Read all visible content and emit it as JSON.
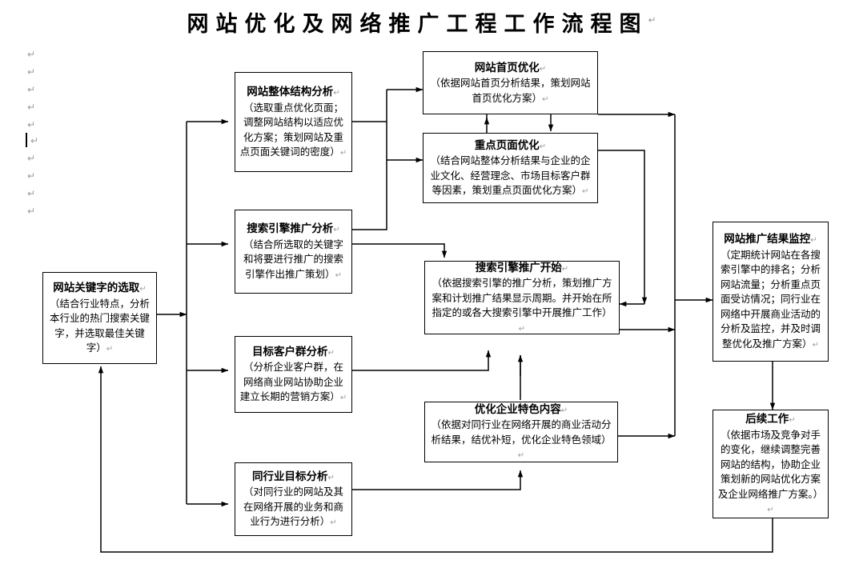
{
  "page": {
    "title": "网站优化及网络推广工程工作流程图",
    "title_pilcrow": "↵",
    "paragraph_mark": "↵",
    "left_margin_marks": 10,
    "background_color": "#ffffff",
    "line_color": "#000000",
    "box_border_color": "#000000",
    "pilcrow_color": "#9a9a9a"
  },
  "nodes": [
    {
      "id": "keyword-selection",
      "heading": "网站关键字的选取",
      "body": "（结合行业特点，分析本行业的热门搜索关键字，并选取最佳关键字）"
    },
    {
      "id": "site-structure-analysis",
      "heading": "网站整体结构分析",
      "body": "（选取重点优化页面；调整网站结构以适应优化方案；策划网站及重点页面关键词的密度）"
    },
    {
      "id": "search-engine-promotion-analysis",
      "heading": "搜索引擎推广分析",
      "body": "（结合所选取的关键字和将要进行推广的搜索引擎作出推广策划）"
    },
    {
      "id": "target-customer-analysis",
      "heading": "目标客户群分析",
      "body": "（分析企业客户群，在网络商业网站协助企业建立长期的营销方案）"
    },
    {
      "id": "peer-industry-analysis",
      "heading": "同行业目标分析",
      "body": "（对同行业的网站及其在网络开展的业务和商业行为进行分析）"
    },
    {
      "id": "homepage-optimization",
      "heading": "网站首页优化",
      "body": "（依据网站首页分析结果，策划网站首页优化方案）"
    },
    {
      "id": "key-page-optimization",
      "heading": "重点页面优化",
      "body": "（结合网站整体分析结果与企业的企业文化、经营理念、市场目标客户群等因素，策划重点页面优化方案）"
    },
    {
      "id": "search-engine-promotion-start",
      "heading": "搜索引擎推广开始",
      "body": "（依据搜索引擎的推广分析，策划推广方案和计划推广结果显示周期。并开始在所指定的或各大搜索引擎中开展推广工作）"
    },
    {
      "id": "optimize-enterprise-content",
      "heading": "优化企业特色内容",
      "body": "（依据对同行业在网络开展的商业活动分析结果，结优补短，优化企业特色领域）"
    },
    {
      "id": "promotion-result-monitoring",
      "heading": "网站推广结果监控",
      "body": "（定期统计网站在各搜索引擎中的排名；分析网站流量；分析重点页面受访情况；同行业在网络中开展商业活动的分析及监控，并及时调整优化及推广方案）"
    },
    {
      "id": "follow-up-work",
      "heading": "后续工作",
      "body": "（依据市场及竞争对手的变化，继续调整完善网站的结构，协助企业策划新的网站优化方案及企业网络推广方案。）"
    }
  ],
  "chart_data": {
    "type": "flowchart",
    "title": "网站优化及网络推广工程工作流程图",
    "direction": "left-to-right",
    "edges": [
      {
        "from": "keyword-selection",
        "to": "site-structure-analysis"
      },
      {
        "from": "keyword-selection",
        "to": "search-engine-promotion-analysis"
      },
      {
        "from": "keyword-selection",
        "to": "target-customer-analysis"
      },
      {
        "from": "keyword-selection",
        "to": "peer-industry-analysis"
      },
      {
        "from": "site-structure-analysis",
        "to": "homepage-optimization"
      },
      {
        "from": "site-structure-analysis",
        "to": "key-page-optimization"
      },
      {
        "from": "search-engine-promotion-analysis",
        "to": "key-page-optimization"
      },
      {
        "from": "search-engine-promotion-analysis",
        "to": "search-engine-promotion-start"
      },
      {
        "from": "key-page-optimization",
        "to": "homepage-optimization"
      },
      {
        "from": "homepage-optimization",
        "to": "key-page-optimization"
      },
      {
        "from": "target-customer-analysis",
        "to": "search-engine-promotion-start"
      },
      {
        "from": "peer-industry-analysis",
        "to": "optimize-enterprise-content"
      },
      {
        "from": "optimize-enterprise-content",
        "to": "search-engine-promotion-start"
      },
      {
        "from": "homepage-optimization",
        "to": "promotion-result-monitoring"
      },
      {
        "from": "key-page-optimization",
        "to": "search-engine-promotion-start"
      },
      {
        "from": "search-engine-promotion-start",
        "to": "promotion-result-monitoring"
      },
      {
        "from": "optimize-enterprise-content",
        "to": "follow-up-work"
      },
      {
        "from": "promotion-result-monitoring",
        "to": "follow-up-work"
      },
      {
        "from": "follow-up-work",
        "to": "keyword-selection"
      }
    ]
  }
}
